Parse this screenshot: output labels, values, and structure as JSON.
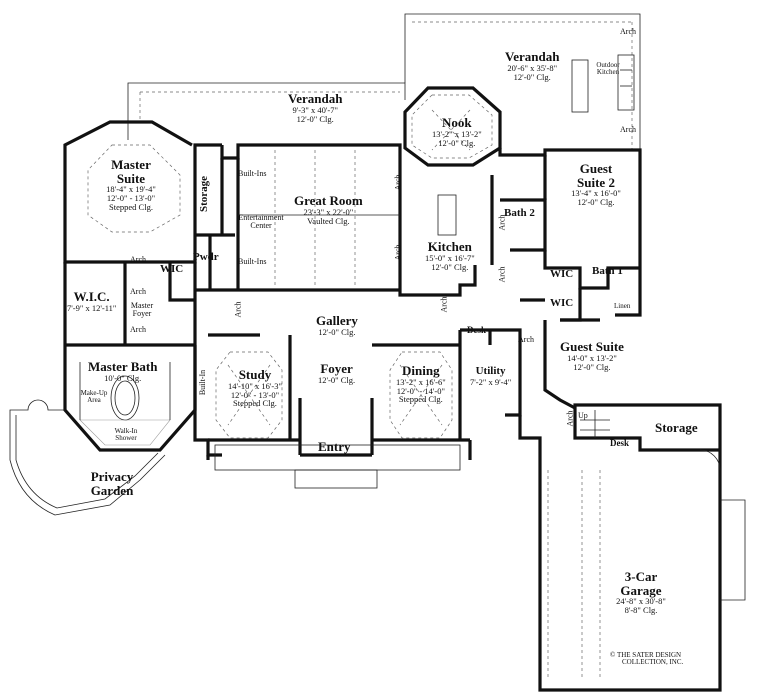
{
  "rooms": {
    "verandah_top": {
      "name": "Verandah",
      "dims": "20'-6\" x 35'-8\"",
      "clg": "12'-0\" Clg."
    },
    "verandah_left": {
      "name": "Verandah",
      "dims": "9'-3\" x 40'-7\"",
      "clg": "12'-0\" Clg."
    },
    "nook": {
      "name": "Nook",
      "dims": "13'-2\" x 13'-2\"",
      "clg": "12'-0\" Clg."
    },
    "master_suite": {
      "name": "Master Suite",
      "dims": "18'-4\" x 19'-4\"",
      "clg": "12'-0\" - 13'-0\"",
      "clg2": "Stepped Clg."
    },
    "great_room": {
      "name": "Great Room",
      "dims": "23'-3\" x 22'-0\"",
      "clg": "Vaulted Clg."
    },
    "guest_suite_2": {
      "name": "Guest Suite 2",
      "dims": "13'-4\" x 16'-0\"",
      "clg": "12'-0\" Clg."
    },
    "bath_2": {
      "name": "Bath 2"
    },
    "kitchen": {
      "name": "Kitchen",
      "dims": "15'-0\" x 16'-7\"",
      "clg": "12'-0\" Clg."
    },
    "storage_top": {
      "name": "Storage"
    },
    "wic_a": {
      "name": "WIC"
    },
    "pwdr": {
      "name": "Pwdr"
    },
    "wic_master": {
      "name": "W.I.C.",
      "dims": "7'-9\" x 12'-11\""
    },
    "wic_b": {
      "name": "WIC"
    },
    "bath_1": {
      "name": "Bath 1"
    },
    "wic_c": {
      "name": "WIC"
    },
    "gallery": {
      "name": "Gallery",
      "clg": "12'-0\" Clg."
    },
    "guest_suite": {
      "name": "Guest Suite",
      "dims": "14'-0\" x 13'-2\"",
      "clg": "12'-0\" Clg."
    },
    "master_bath": {
      "name": "Master Bath",
      "dims": "10'-0\" Clg."
    },
    "study": {
      "name": "Study",
      "dims": "14'-10\" x 16'-3\"",
      "clg": "12'-0\" - 13'-0\"",
      "clg2": "Stepped Clg."
    },
    "foyer": {
      "name": "Foyer",
      "clg": "12'-0\" Clg."
    },
    "dining": {
      "name": "Dining",
      "dims": "13'-2\" x 16'-6\"",
      "clg": "12'-0\" - 14'-0\"",
      "clg2": "Stepped Clg."
    },
    "utility": {
      "name": "Utility",
      "dims": "7'-2\" x 9'-4\""
    },
    "storage_garage": {
      "name": "Storage"
    },
    "entry": {
      "name": "Entry"
    },
    "privacy_garden": {
      "name": "Privacy Garden"
    },
    "garage": {
      "name": "3-Car Garage",
      "dims": "24'-8\" x 30'-8\"",
      "clg": "8'-8\" Clg."
    }
  },
  "notes": {
    "arch": "Arch",
    "outdoor_kitchen": "Outdoor Kitchen",
    "built_ins": "Built-Ins",
    "entertainment_center": "Entertainment Center",
    "master_foyer": "Master Foyer",
    "built_in": "Built-In",
    "make_up_area": "Make-Up Area",
    "walk_in_shower": "Walk-In Shower",
    "desk": "Desk",
    "linen": "Linen",
    "up": "Up"
  },
  "copyright": {
    "line1": "© THE SATER DESIGN",
    "line2": "COLLECTION, INC."
  }
}
